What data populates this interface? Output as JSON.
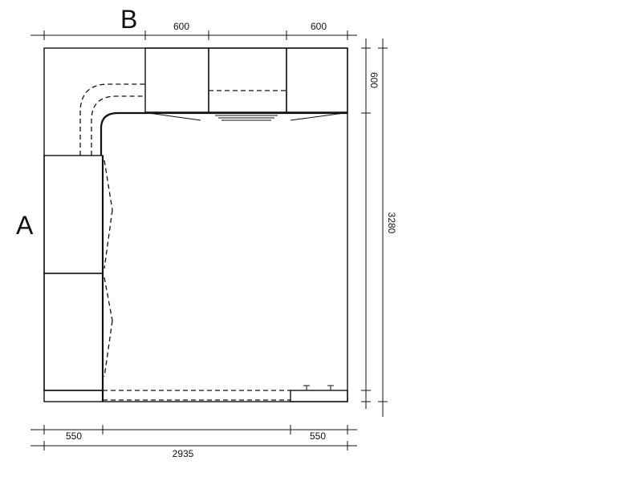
{
  "labels": {
    "wall_a": "A",
    "wall_b": "B"
  },
  "dimensions": {
    "top_left": "600",
    "top_right": "600",
    "right_cabinet_depth": "600",
    "right_total": "3280",
    "bottom_left": "550",
    "bottom_right": "550",
    "bottom_total": "2935"
  }
}
